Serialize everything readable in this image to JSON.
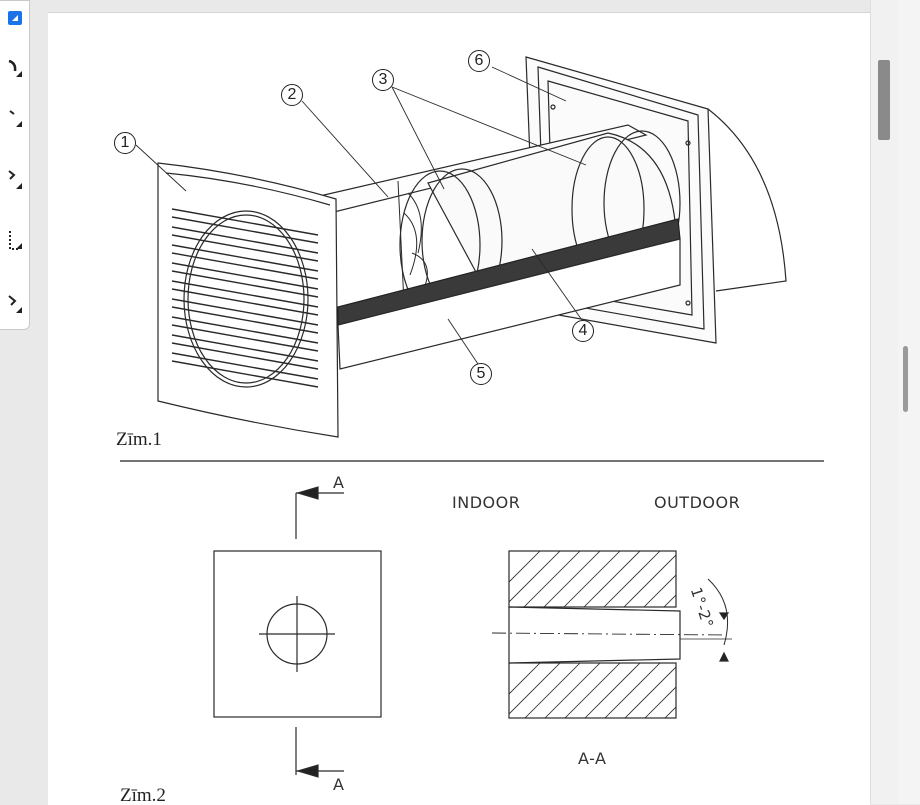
{
  "figure1": {
    "caption": "Zīm.1",
    "callouts": [
      "1",
      "2",
      "3",
      "4",
      "5",
      "6"
    ]
  },
  "figure2": {
    "caption": "Zīm.2",
    "section_mark": "A",
    "indoor_label": "INDOOR",
    "outdoor_label": "OUTDOOR",
    "section_label": "A-A",
    "angle_label": "1°-2°"
  },
  "toolbar": {
    "tools": [
      "select-tool-icon",
      "tool-2-icon",
      "tool-3-icon",
      "tool-4-icon",
      "tool-5-icon",
      "tool-6-icon"
    ]
  },
  "colors": {
    "accent": "#1a73e8",
    "ink": "#222222"
  }
}
